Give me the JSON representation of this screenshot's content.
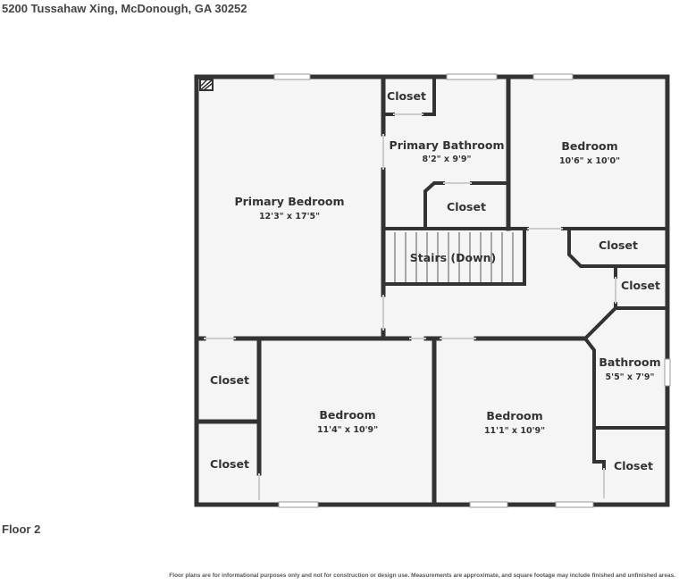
{
  "header": {
    "address": "5200 Tussahaw Xing, McDonough, GA 30252"
  },
  "footer": {
    "floor": "Floor 2",
    "disclaimer": "Floor plans are for informational purposes only and not for construction or design use. Measurements are approximate, and square footage may include finished and unfinished areas."
  },
  "rooms": {
    "primary_bedroom": {
      "name": "Primary Bedroom",
      "dims": "12'3\" x 17'5\""
    },
    "closet_top": {
      "name": "Closet"
    },
    "primary_bathroom": {
      "name": "Primary Bathroom",
      "dims": "8'2\" x 9'9\""
    },
    "closet_bath": {
      "name": "Closet"
    },
    "bedroom_ne": {
      "name": "Bedroom",
      "dims": "10'6\" x 10'0\""
    },
    "stairs": {
      "name": "Stairs (Down)"
    },
    "closet_e1": {
      "name": "Closet"
    },
    "closet_e2": {
      "name": "Closet"
    },
    "bathroom": {
      "name": "Bathroom",
      "dims": "5'5\" x 7'9\""
    },
    "closet_w1": {
      "name": "Closet"
    },
    "closet_w2": {
      "name": "Closet"
    },
    "bedroom_sw": {
      "name": "Bedroom",
      "dims": "11'4\" x 10'9\""
    },
    "bedroom_s": {
      "name": "Bedroom",
      "dims": "11'1\" x 10'9\""
    },
    "closet_se": {
      "name": "Closet"
    }
  },
  "colors": {
    "wall": "#333333",
    "floor": "#f5f5f5",
    "window": "#bbbbbb"
  }
}
